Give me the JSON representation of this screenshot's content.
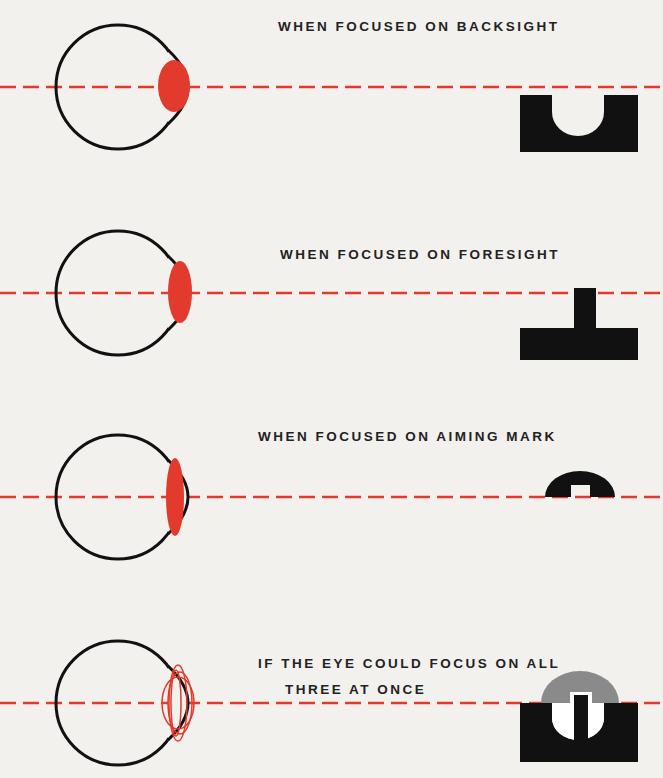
{
  "diagram": {
    "labels": [
      "WHEN FOCUSED ON BACKSIGHT",
      "WHEN FOCUSED ON FORESIGHT",
      "WHEN FOCUSED ON AIMING MARK",
      "IF THE EYE COULD FOCUS ON ALL THREE AT ONCE"
    ]
  }
}
